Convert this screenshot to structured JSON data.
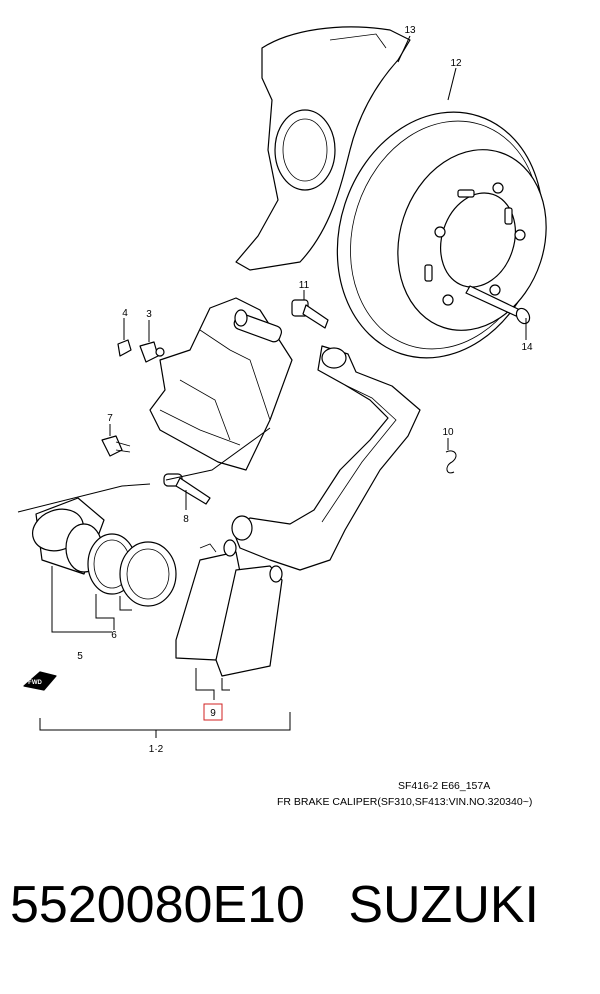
{
  "diagram": {
    "callouts": {
      "c1_2": "1·2",
      "c3": "3",
      "c4": "4",
      "c5": "5",
      "c6": "6",
      "c7": "7",
      "c8": "8",
      "c9": "9",
      "c10": "10",
      "c11": "11",
      "c12": "12",
      "c13": "13",
      "c14": "14"
    },
    "fwd_label": "FWD",
    "drawing_ref": "SF416-2 E66_157A",
    "caption": "FR BRAKE CALIPER(SF310,SF413:VIN.NO.320340~)"
  },
  "footer": {
    "part_number": "5520080E10",
    "brand": "SUZUKI"
  }
}
